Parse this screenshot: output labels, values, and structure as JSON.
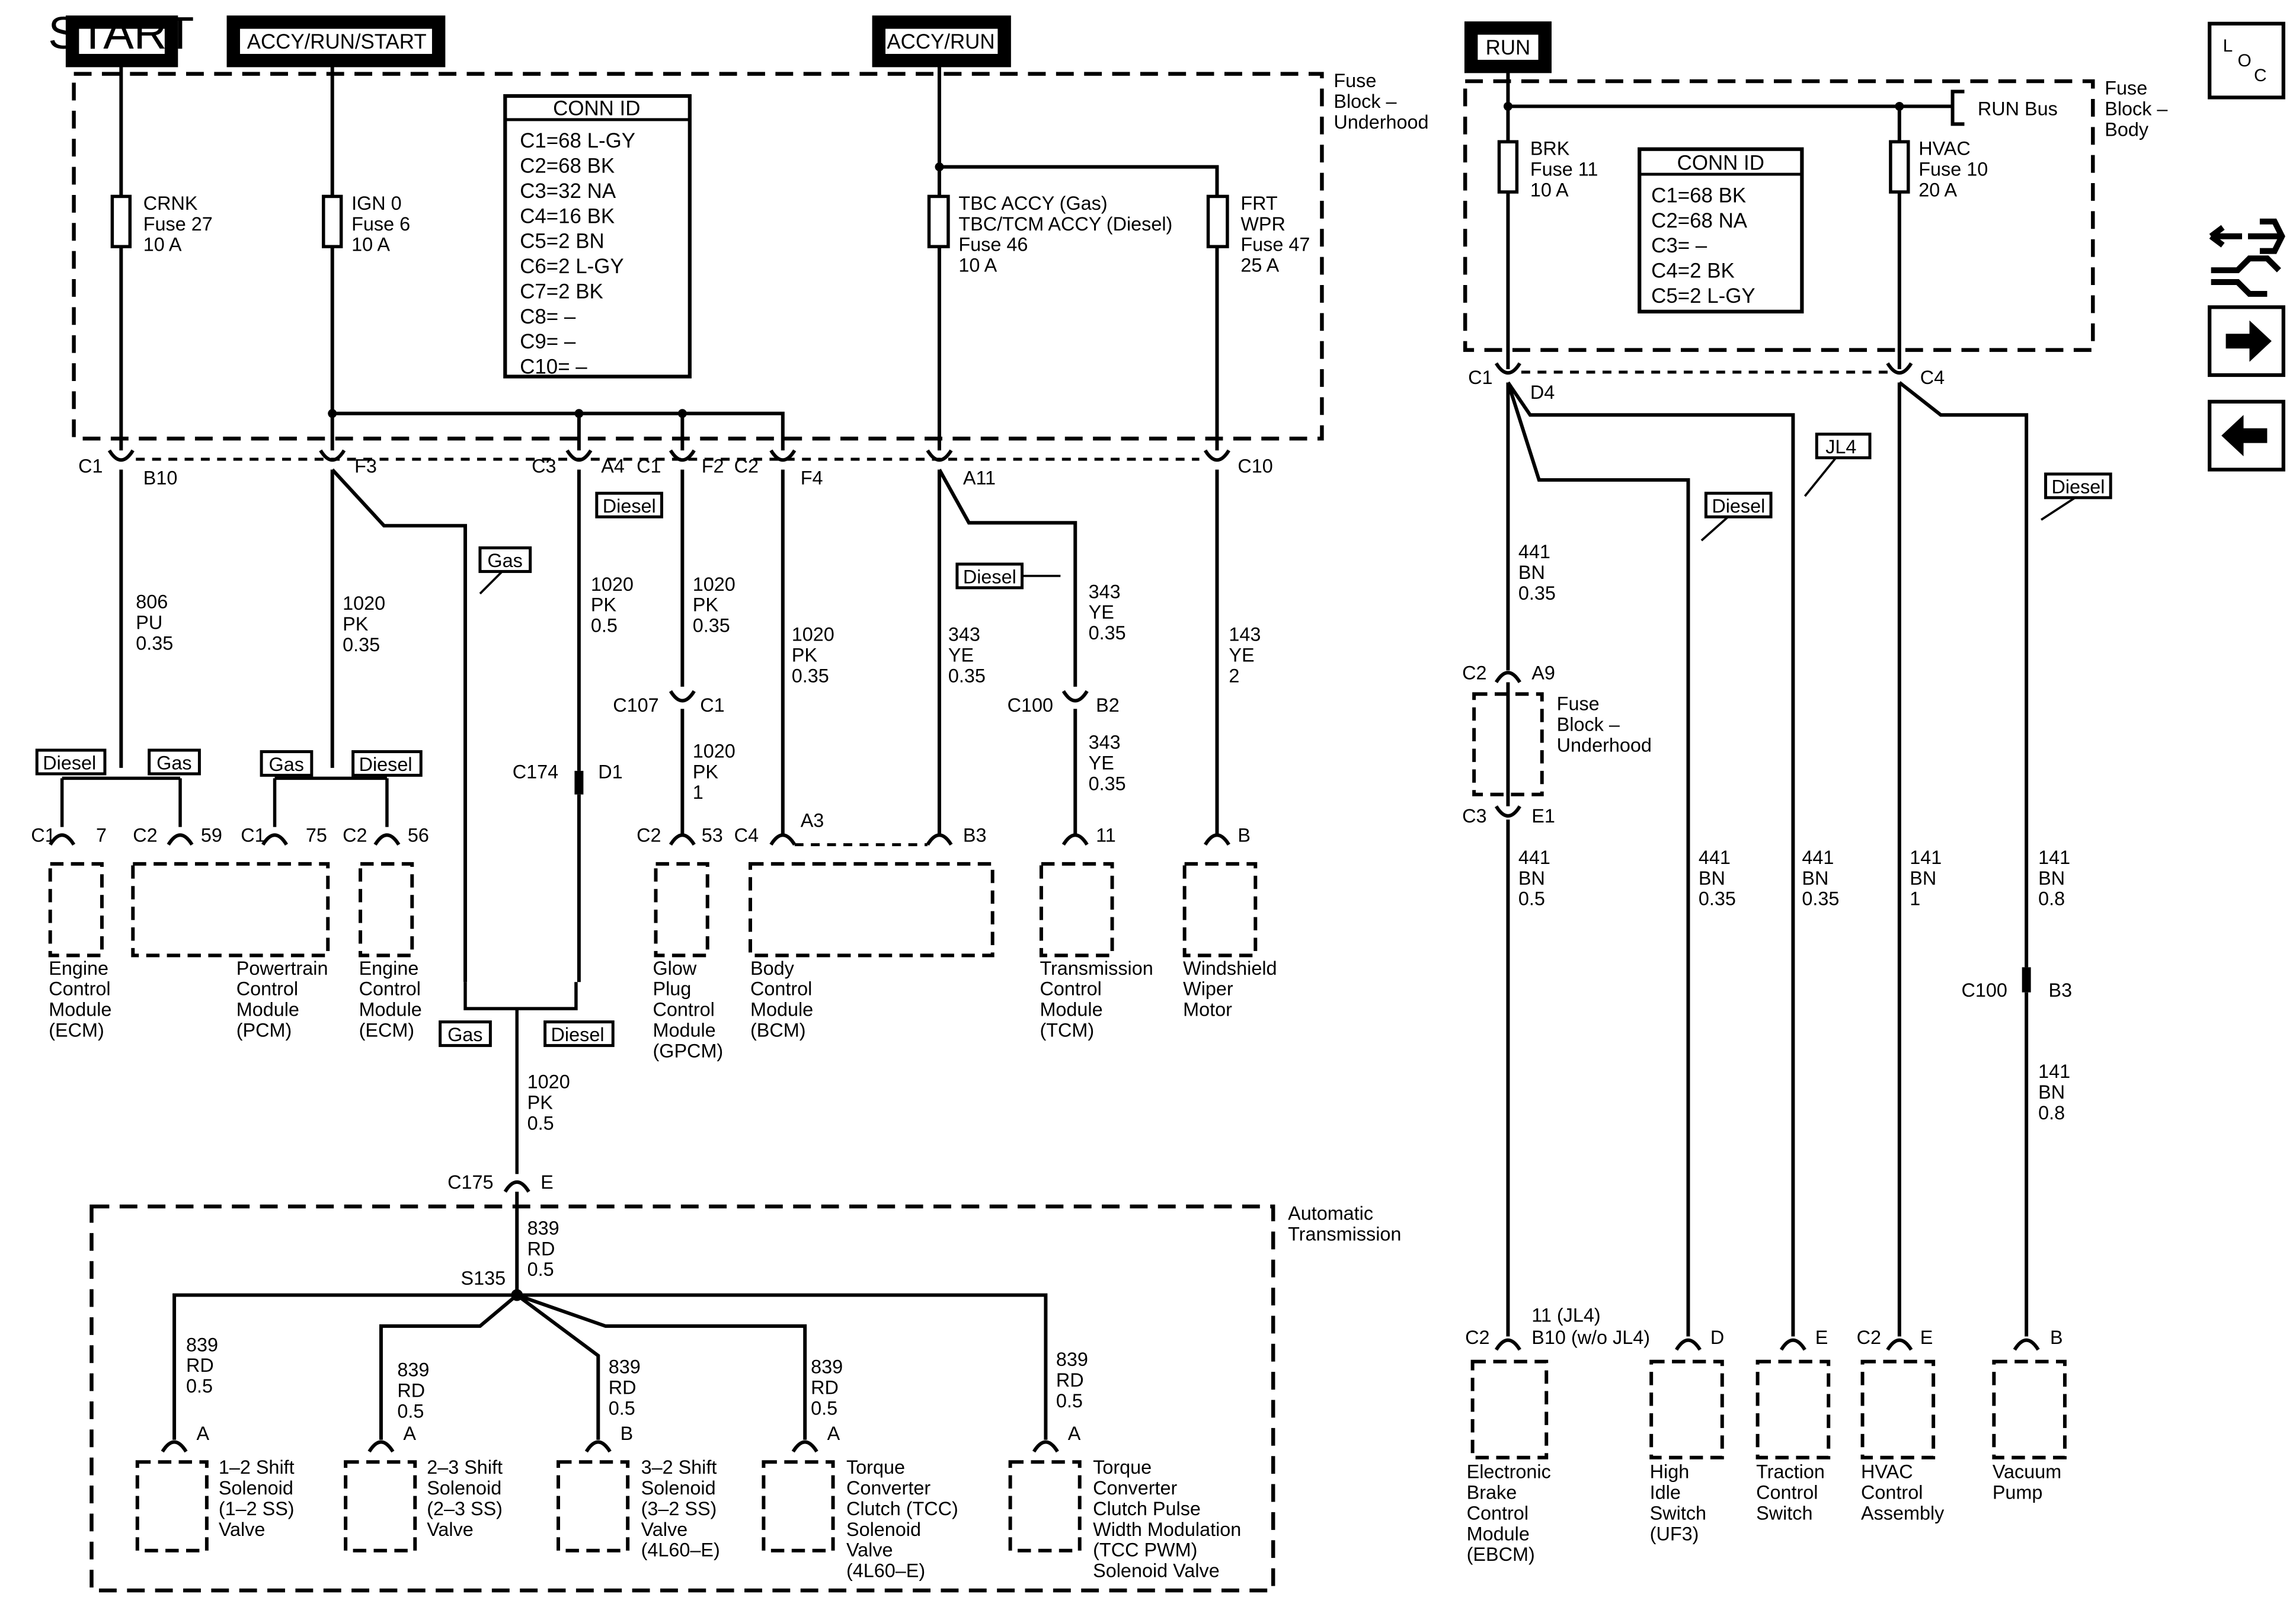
{
  "power_labels": {
    "start": "START",
    "accy_run_start": "ACCY/RUN/START",
    "accy_run": "ACCY/RUN",
    "run": "RUN"
  },
  "fuse_block_underhood": {
    "title_l1": "Fuse",
    "title_l2": "Block –",
    "title_l3": "Underhood"
  },
  "fuse_block_body": {
    "title_l1": "Fuse",
    "title_l2": "Block –",
    "title_l3": "Body"
  },
  "run_bus": "RUN Bus",
  "conn_id_underhood": {
    "title": "CONN ID",
    "rows": [
      "C1=68 L-GY",
      "C2=68 BK",
      "C3=32 NA",
      "C4=16 BK",
      "C5=2 BN",
      "C6=2 L-GY",
      "C7=2 BK",
      "C8= –",
      "C9= –",
      "C10= –"
    ]
  },
  "conn_id_body": {
    "title": "CONN ID",
    "rows": [
      "C1=68 BK",
      "C2=68 NA",
      "C3= –",
      "C4=2 BK",
      "C5=2 L-GY"
    ]
  },
  "fuses": {
    "crnk": [
      "CRNK",
      "Fuse 27",
      "10 A"
    ],
    "ign0": [
      "IGN 0",
      "Fuse 6",
      "10 A"
    ],
    "tbc": [
      "TBC ACCY (Gas)",
      "TBC/TCM ACCY (Diesel)",
      "Fuse 46",
      "10 A"
    ],
    "frt": [
      "FRT",
      "WPR",
      "Fuse 47",
      "25 A"
    ],
    "brk": [
      "BRK",
      "Fuse 11",
      "10 A"
    ],
    "hvac": [
      "HVAC",
      "Fuse 10",
      "20 A"
    ]
  },
  "connectors": {
    "c1": "C1",
    "b10": "B10",
    "f3": "F3",
    "c3": "C3",
    "a4": "A4",
    "c1b": "C1",
    "f2": "F2",
    "c2": "C2",
    "f4": "F4",
    "a11": "A11",
    "c10": "C10",
    "c107": "C107",
    "c1c": "C1",
    "c174": "C174",
    "d1": "D1",
    "c100": "C100",
    "b2": "B2",
    "c1_ecm": "C1",
    "p7": "7",
    "c2_pcm": "C2",
    "p59": "59",
    "c1_pcm": "C1",
    "p75": "75",
    "c2_ecm": "C2",
    "p56": "56",
    "c2_gpcm": "C2",
    "p53": "53",
    "c4_bcm": "C4",
    "a3": "A3",
    "b3": "B3",
    "p11": "11",
    "pb": "B",
    "c175": "C175",
    "e": "E",
    "s135": "S135",
    "pa1": "A",
    "pa2": "A",
    "pb3": "B",
    "pa4": "A",
    "pa5": "A",
    "c1r": "C1",
    "d4": "D4",
    "c4r": "C4",
    "c2r": "C2",
    "a9": "A9",
    "c3r": "C3",
    "e1": "E1",
    "c100r": "C100",
    "b3r": "B3",
    "c2_ebcm": "C2",
    "b10_ebcm_1": "11 (JL4)",
    "b10_ebcm_2": "B10 (w/o JL4)",
    "d_hi": "D",
    "e_tcs": "E",
    "c2_hvac": "C2",
    "e_hvac": "E",
    "b_vac": "B"
  },
  "wires": {
    "w806": [
      "806",
      "PU",
      "0.35"
    ],
    "w1020a": [
      "1020",
      "PK",
      "0.35"
    ],
    "w1020b": [
      "1020",
      "PK",
      "0.5"
    ],
    "w1020c": [
      "1020",
      "PK",
      "0.35"
    ],
    "w1020d": [
      "1020",
      "PK",
      "1"
    ],
    "w1020e": [
      "1020",
      "PK",
      "0.35"
    ],
    "w343a": [
      "343",
      "YE",
      "0.35"
    ],
    "w343b": [
      "343",
      "YE",
      "0.35"
    ],
    "w343c": [
      "343",
      "YE",
      "0.35"
    ],
    "w143": [
      "143",
      "YE",
      "2"
    ],
    "w1020f": [
      "1020",
      "PK",
      "0.5"
    ],
    "w839a": [
      "839",
      "RD",
      "0.5"
    ],
    "w839_1": [
      "839",
      "RD",
      "0.5"
    ],
    "w839_2": [
      "839",
      "RD",
      "0.5"
    ],
    "w839_3": [
      "839",
      "RD",
      "0.5"
    ],
    "w839_4": [
      "839",
      "RD",
      "0.5"
    ],
    "w839_5": [
      "839",
      "RD",
      "0.5"
    ],
    "w441a": [
      "441",
      "BN",
      "0.35"
    ],
    "w441b": [
      "441",
      "BN",
      "0.5"
    ],
    "w441c": [
      "441",
      "BN",
      "0.35"
    ],
    "w441d": [
      "441",
      "BN",
      "0.35"
    ],
    "w141a": [
      "141",
      "BN",
      "1"
    ],
    "w141b": [
      "141",
      "BN",
      "0.8"
    ],
    "w141c": [
      "141",
      "BN",
      "0.8"
    ]
  },
  "tags": {
    "diesel": "Diesel",
    "gas": "Gas",
    "jl4": "JL4"
  },
  "components": {
    "ecm1": [
      "Engine",
      "Control",
      "Module",
      "(ECM)"
    ],
    "pcm": [
      "Powertrain",
      "Control",
      "Module",
      "(PCM)"
    ],
    "ecm2": [
      "Engine",
      "Control",
      "Module",
      "(ECM)"
    ],
    "gpcm": [
      "Glow",
      "Plug",
      "Control",
      "Module",
      "(GPCM)"
    ],
    "bcm": [
      "Body",
      "Control",
      "Module",
      "(BCM)"
    ],
    "tcm": [
      "Transmission",
      "Control",
      "Module",
      "(TCM)"
    ],
    "wiper": [
      "Windshield",
      "Wiper",
      "Motor"
    ],
    "auto_trans": [
      "Automatic",
      "Transmission"
    ],
    "sol12": [
      "1–2 Shift",
      "Solenoid",
      "(1–2 SS)",
      "Valve"
    ],
    "sol23": [
      "2–3 Shift",
      "Solenoid",
      "(2–3 SS)",
      "Valve"
    ],
    "sol32": [
      "3–2 Shift",
      "Solenoid",
      "(3–2 SS)",
      "Valve",
      "(4L60–E)"
    ],
    "tcc": [
      "Torque",
      "Converter",
      "Clutch (TCC)",
      "Solenoid",
      "Valve",
      "(4L60–E)"
    ],
    "tccpwm": [
      "Torque",
      "Converter",
      "Clutch Pulse",
      "Width Modulation",
      "(TCC PWM)",
      "Solenoid Valve"
    ],
    "fbu": [
      "Fuse",
      "Block –",
      "Underhood"
    ],
    "ebcm": [
      "Electronic",
      "Brake",
      "Control",
      "Module",
      "(EBCM)"
    ],
    "his": [
      "High",
      "Idle",
      "Switch",
      "(UF3)"
    ],
    "tcs": [
      "Traction",
      "Control",
      "Switch"
    ],
    "hvacca": [
      "HVAC",
      "Control",
      "Assembly"
    ],
    "vac": [
      "Vacuum",
      "Pump"
    ]
  },
  "nav": {
    "loc_l": "L",
    "loc_o": "O",
    "loc_c": "C",
    "next_icon": "arrow-right-icon",
    "prev_icon": "arrow-left-icon",
    "harness_icon": "harness-connector-icon"
  }
}
